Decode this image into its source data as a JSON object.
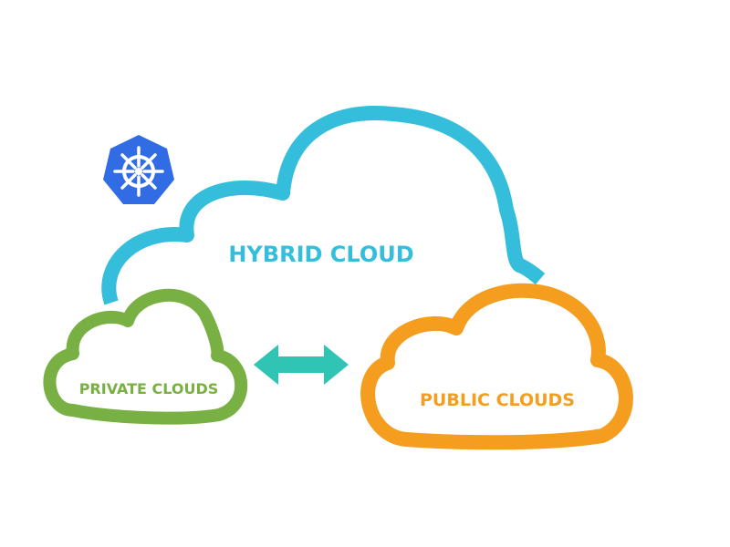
{
  "labels": {
    "hybrid": "HYBRID CLOUD",
    "private": "PRIVATE CLOUDS",
    "public": "PUBLIC CLOUDS"
  },
  "icons": {
    "logo": "kubernetes-helm-wheel-icon",
    "connector": "double-headed-arrow-icon"
  },
  "colors": {
    "hybrid": "#35bedc",
    "private": "#79b043",
    "public": "#f49d1f",
    "arrow": "#2fc4b3",
    "logo": "#326ce5"
  }
}
